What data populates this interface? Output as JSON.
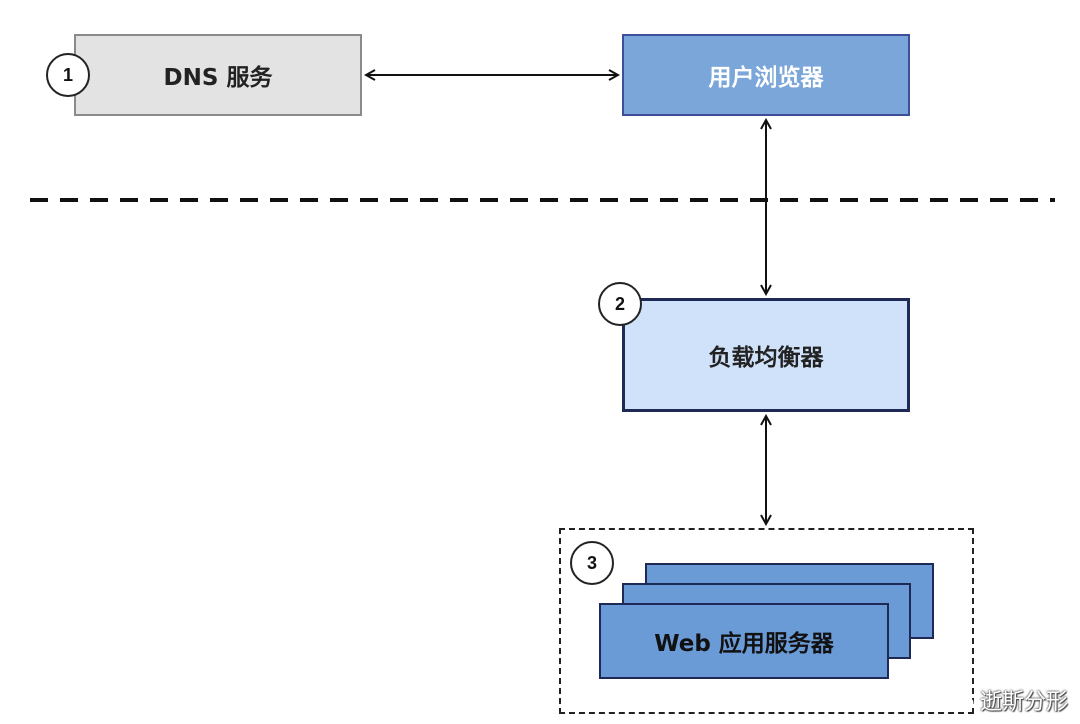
{
  "nodes": {
    "dns": {
      "label": "DNS 服务",
      "badge": "1"
    },
    "browser": {
      "label": "用户浏览器"
    },
    "load_balancer": {
      "label": "负载均衡器",
      "badge": "2"
    },
    "web_servers": {
      "label": "Web 应用服务器",
      "badge": "3"
    }
  },
  "edges": [
    {
      "from": "dns",
      "to": "browser",
      "bidirectional": true
    },
    {
      "from": "browser",
      "to": "load_balancer",
      "bidirectional": true
    },
    {
      "from": "load_balancer",
      "to": "web_servers",
      "bidirectional": true
    }
  ],
  "watermark": {
    "text": "逝斯分形"
  },
  "colors": {
    "dns_fill": "#e3e3e3",
    "browser_fill": "#7aa6d9",
    "lb_fill": "#cfe2fa",
    "server_fill": "#6b9bd6"
  }
}
